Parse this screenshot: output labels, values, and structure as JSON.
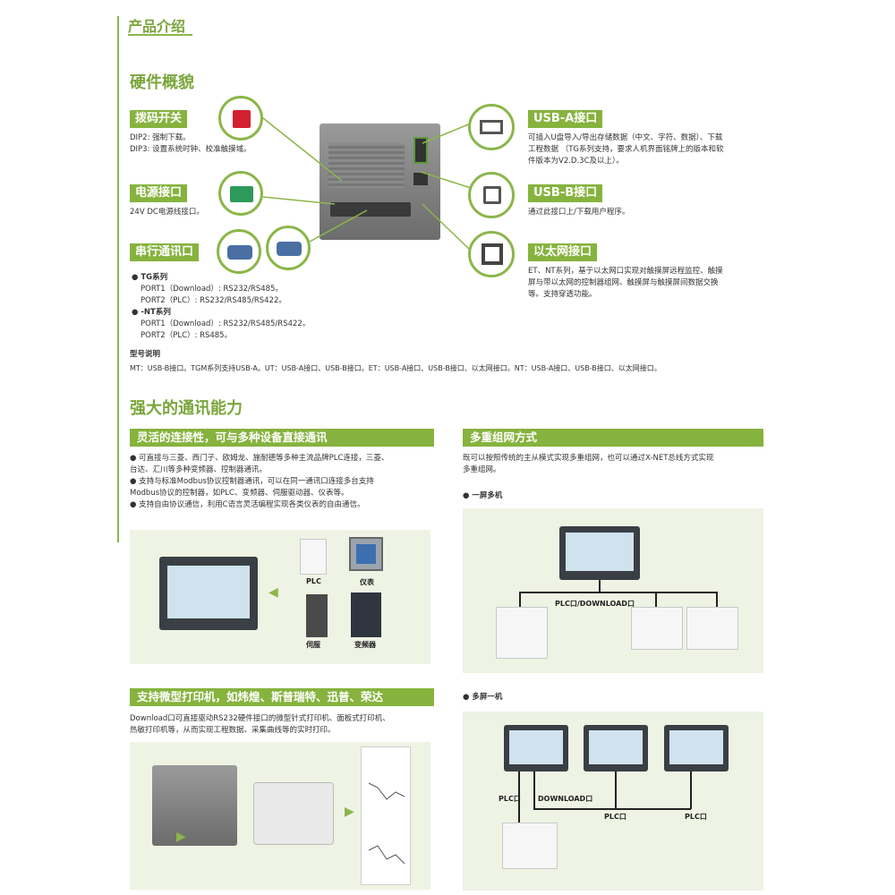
{
  "header": {
    "title": "产品介绍"
  },
  "hardware": {
    "title": "硬件概貌",
    "dip": {
      "label": "拨码开关",
      "lines": [
        "DIP2: 强制下载。",
        "DIP3: 设置系统时钟、校准触摸域。"
      ]
    },
    "power": {
      "label": "电源接口",
      "lines": [
        "24V DC电源线接口。"
      ]
    },
    "serial": {
      "label": "串行通讯口",
      "tg_title": "● TG系列",
      "tg_lines": [
        "PORT1（Download）: RS232/RS485。",
        "PORT2（PLC）: RS232/RS485/RS422。"
      ],
      "nt_title": "● -NT系列",
      "nt_lines": [
        "PORT1（Download）: RS232/RS485/RS422。",
        "PORT2（PLC）: RS485。"
      ]
    },
    "usba": {
      "label": "USB-A接口",
      "lines": [
        "可插入U盘导入/导出存储数据（中文、字符、数据）、下载",
        "工程数据 （TG系列支持，要求人机界面铭牌上的版本和软",
        "件版本为V2.D.3C及以上）。"
      ]
    },
    "usbb": {
      "label": "USB-B接口",
      "lines": [
        "通过此接口上/下载用户程序。"
      ]
    },
    "ethernet": {
      "label": "以太网接口",
      "lines": [
        "ET、NT系列，基于以太网口实现对触摸屏远程监控、触摸",
        "屏与带以太网的控制器组网、触摸屏与触摸屏间数据交换",
        "等。支持穿透功能。"
      ]
    },
    "model_title": "型号说明",
    "model_text": "MT：USB-B接口。TGM系列支持USB-A。UT：USB-A接口、USB-B接口。ET：USB-A接口、USB-B接口、以太网接口。NT：USB-A接口、USB-B接口、以太网接口。"
  },
  "comm": {
    "title": "强大的通讯能力",
    "flex": {
      "bar": "灵活的连接性，可与多种设备直接通讯",
      "bullets": [
        "● 可直接与三菱、西门子、欧姆龙、施耐德等多种主流品牌PLC连接，三菱、",
        "   台达、汇川等多种变频器、控制器通讯。",
        "● 支持与标准Modbus协议控制器通讯，可以在同一通讯口连接多台支持",
        "   Modbus协议的控制器，如PLC、变频器、伺服驱动器、仪表等。",
        "● 支持自由协议通信，利用C语言灵活编程实现各类仪表的自由通信。"
      ],
      "devices": {
        "plc": "PLC",
        "meter": "仪表",
        "servo": "伺服",
        "inverter": "变频器"
      }
    },
    "network": {
      "bar": "多重组网方式",
      "lines": [
        "既可以按照传统的主从模式实现多重组网，也可以通过X-NET总线方式实现",
        "多重组网。"
      ],
      "one_screen": "● 一屏多机",
      "one_screen_port": "PLC口/DOWNLOAD口",
      "multi_screen": "● 多屏一机",
      "multi_plc1": "PLC口",
      "multi_download": "DOWNLOAD口",
      "multi_plc2": "PLC口",
      "multi_plc3": "PLC口"
    },
    "printer": {
      "bar": "支持微型打印机，如炜煌、斯普瑞特、迅普、荣达",
      "lines": [
        "Download口可直接驱动RS232硬件接口的微型针式打印机、面板式打印机、",
        "热敏打印机等，从而实现工程数据、采集曲线等的实时打印。"
      ]
    }
  },
  "colors": {
    "accent": "#86b33e",
    "panel": "#eef3e4"
  }
}
